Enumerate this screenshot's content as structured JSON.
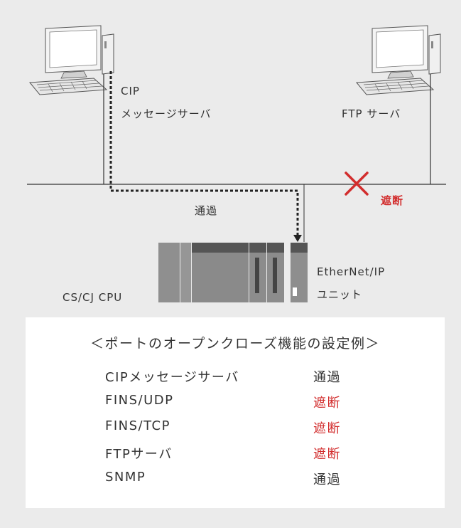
{
  "labels": {
    "cip_server_line1": "CIP",
    "cip_server_line2": "メッセージサーバ",
    "ftp_server": "FTP サーバ",
    "pass": "通過",
    "blocked": "遮断",
    "cpu": "CS/CJ CPU",
    "ethernet_unit_line1": "EtherNet/IP",
    "ethernet_unit_line2": "ユニット"
  },
  "table": {
    "title": "＜ポートのオープンクローズ機能の設定例＞",
    "rows": [
      {
        "name": "CIPメッセージサーバ",
        "status": "通過",
        "blocked": false
      },
      {
        "name": "FINS/UDP",
        "status": "遮断",
        "blocked": true
      },
      {
        "name": "FINS/TCP",
        "status": "遮断",
        "blocked": true
      },
      {
        "name": "FTPサーバ",
        "status": "遮断",
        "blocked": true
      },
      {
        "name": "SNMP",
        "status": "通過",
        "blocked": false
      }
    ]
  },
  "colors": {
    "background": "#ebebeb",
    "panel": "#ffffff",
    "text": "#333333",
    "blocked": "#d22d2d",
    "plc_body": "#8a8a8a",
    "plc_dark": "#555555"
  },
  "icons": [
    "computer-icon",
    "blocked-x-icon",
    "plc-rack-icon"
  ]
}
